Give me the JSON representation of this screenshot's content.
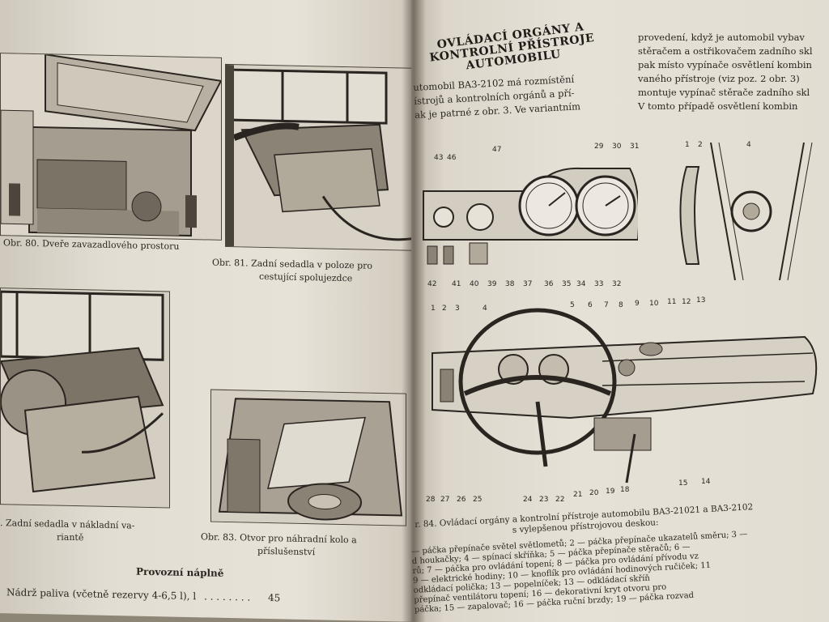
{
  "left_page": {
    "figures": [
      {
        "id": "80",
        "caption": "Obr. 80. Dveře zavazadlového prostoru"
      },
      {
        "id": "81",
        "caption_line1": "Obr. 81. Zadní sedadla v poloze pro",
        "caption_line2": "cestující spolujezdce"
      },
      {
        "id": "82",
        "caption_line1": ". Zadní sedadla v nákladní va-",
        "caption_line2": "riantě"
      },
      {
        "id": "83",
        "caption_line1": "Obr. 83. Otvor pro náhradní kolo a",
        "caption_line2": "příslušenství"
      }
    ],
    "section_title": "Provozní náplně",
    "table_row": {
      "label": "Nádrž paliva (včetně rezervy 4-6,5 l), l",
      "dots": ". . . . . . . .",
      "value": "45"
    }
  },
  "right_page": {
    "heading_lines": [
      "OVLÁDACÍ ORGÁNY A",
      "KONTROLNÍ PŘÍSTROJE",
      "AUTOMOBILU"
    ],
    "left_column": [
      "utomobil BA3-2102 má rozmístění",
      "ístrojů a kontrolních orgánů a pří-",
      "ak je patrné z obr. 3. Ve variantním"
    ],
    "right_column": [
      "provedení, když je automobil vybav",
      "stěračem a ostřikovačem zadního skl",
      "pak místo vypínače osvětlení kombin",
      "vaného přístroje (viz poz. 2 obr. 3)",
      "montuje vypínač stěrače zadního skl",
      "V tomto případě osvětlení kombin"
    ],
    "panel_labels_top": [
      "43",
      "46",
      "47",
      "29",
      "30",
      "31"
    ],
    "panel_labels_bottom": [
      "42",
      "41",
      "40",
      "39",
      "38",
      "37",
      "36",
      "35",
      "34",
      "33",
      "32"
    ],
    "side_labels": [
      "1",
      "2",
      "4"
    ],
    "dash_labels_top": [
      "1",
      "2",
      "3",
      "4",
      "5",
      "6",
      "7",
      "8",
      "9",
      "10",
      "11",
      "12",
      "13"
    ],
    "dash_labels_bottom": [
      "28",
      "27",
      "26",
      "25",
      "24",
      "23",
      "22",
      "21",
      "20",
      "19",
      "18",
      "15",
      "14"
    ],
    "figure_caption_line1": "r. 84. Ovládací orgány a kontrolní přístroje automobilu BA3-21021 a BA3-2102",
    "figure_caption_line2": "s vylepšenou přístrojovou deskou:",
    "legend_lines": [
      "— páčka přepínače světel světlometů; 2 — páčka přepínače ukazatelů směru; 3 —",
      "d houkačky; 4 — spínací skříňka; 5 — páčka přepínače stěračů; 6 —",
      "rů; 7 — páčka pro ovládání topení; 8 — páčka pro ovládání přívodu vz",
      "9 — elektrické hodiny; 10 — knoflík pro ovládání hodinových ručiček; 11",
      "odkládací polička; 13 — popelníček; 13 — odkládací skříň",
      "přepínač ventilátoru topení; 16 — dekorativní kryt otvoru pro",
      "páčka; 15 — zapalovač; 16 — páčka ruční brzdy; 19 — páčka rozvad"
    ]
  },
  "colors": {
    "paper": "#e6e1d7",
    "ink": "#2a2520",
    "background": "#8d8576"
  }
}
